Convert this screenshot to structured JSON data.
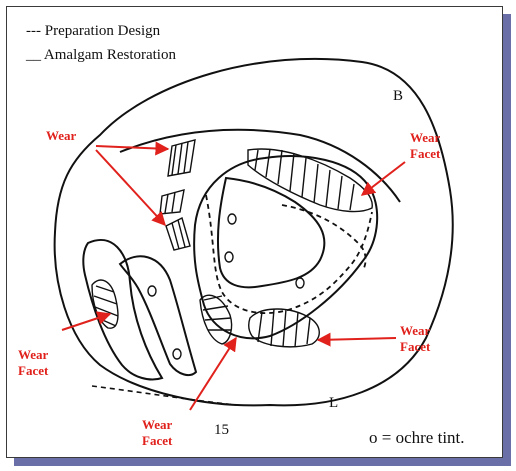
{
  "legend": {
    "prep_design": "--- Preparation Design",
    "amalgam": "__ Amalgam Restoration"
  },
  "labels": {
    "b": "B",
    "l": "L",
    "tooth_number": "15",
    "ochre_note": "o = ochre tint."
  },
  "annotations": {
    "wear": "Wear",
    "wear_facet_top_right": {
      "line1": "Wear",
      "line2": "Facet"
    },
    "wear_facet_left": {
      "line1": "Wear",
      "line2": "Facet"
    },
    "wear_facet_bottom": {
      "line1": "Wear",
      "line2": "Facet"
    },
    "wear_facet_right": {
      "line1": "Wear",
      "line2": "Facet"
    }
  },
  "colors": {
    "annotation": "#e0211c",
    "shadow": "#6a6fa8",
    "ink": "#111111"
  }
}
